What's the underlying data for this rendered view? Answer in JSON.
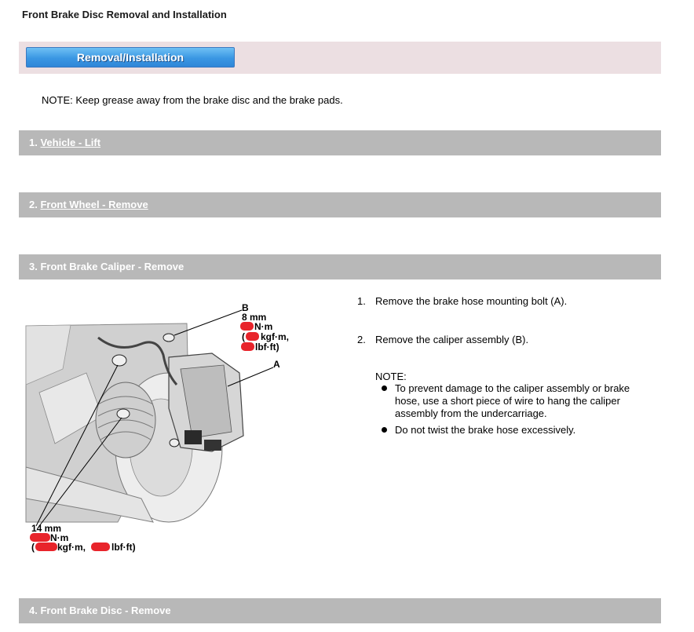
{
  "page": {
    "title": "Front Brake Disc Removal and Installation"
  },
  "tab": {
    "label": "Removal/Installation"
  },
  "note_top": "NOTE: Keep grease away from the brake disc and the brake pads.",
  "steps": [
    {
      "num": "1.",
      "label": "Vehicle - Lift",
      "link": true
    },
    {
      "num": "2.",
      "label": "Front Wheel - Remove",
      "link": true
    },
    {
      "num": "3.",
      "label": "Front Brake Caliper - Remove",
      "link": false
    },
    {
      "num": "4.",
      "label": "Front Brake Disc - Remove",
      "link": false
    }
  ],
  "figure": {
    "label_b": "B",
    "b_size": "8 mm",
    "b_nm": "N·m",
    "b_kgf_open": "(",
    "b_kgf": "kgf·m,",
    "b_lbf": "lbf·ft)",
    "label_a": "A",
    "size_14": "14 mm",
    "nm_14": "N·m",
    "paren_14": "(",
    "kgf_14": "kgf·m,",
    "lbf_14": "lbf·ft)"
  },
  "instructions": {
    "items": [
      {
        "num": "1.",
        "text": "Remove the brake hose mounting bolt (A)."
      },
      {
        "num": "2.",
        "text": "Remove the caliper assembly (B)."
      }
    ],
    "note_label": "NOTE:",
    "bullets": [
      "To prevent damage to the caliper assembly or brake hose, use a short piece of wire to hang the caliper assembly from the undercarriage.",
      "Do not twist the brake hose excessively."
    ]
  },
  "colors": {
    "step_bar": "#b8b8b8",
    "tab_band": "#ecdfe2",
    "button": "#3a97e3",
    "redaction": "#e8242b"
  }
}
